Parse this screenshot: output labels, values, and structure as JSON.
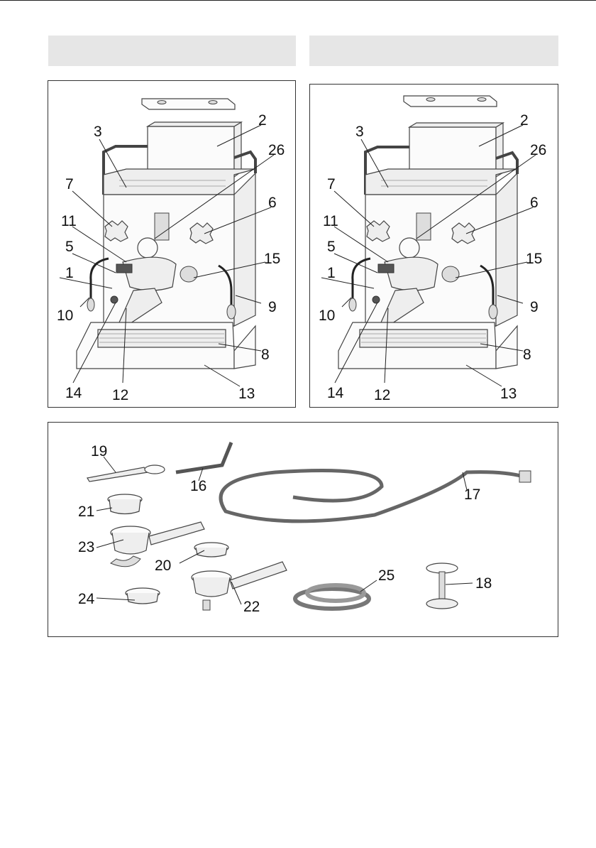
{
  "header": {
    "left_title": "",
    "right_title": ""
  },
  "machine_callouts": [
    "2",
    "3",
    "26",
    "7",
    "6",
    "11",
    "5",
    "15",
    "1",
    "10",
    "9",
    "8",
    "14",
    "12",
    "13"
  ],
  "accessory_callouts": [
    "19",
    "16",
    "17",
    "21",
    "23",
    "20",
    "24",
    "22",
    "25",
    "18"
  ]
}
